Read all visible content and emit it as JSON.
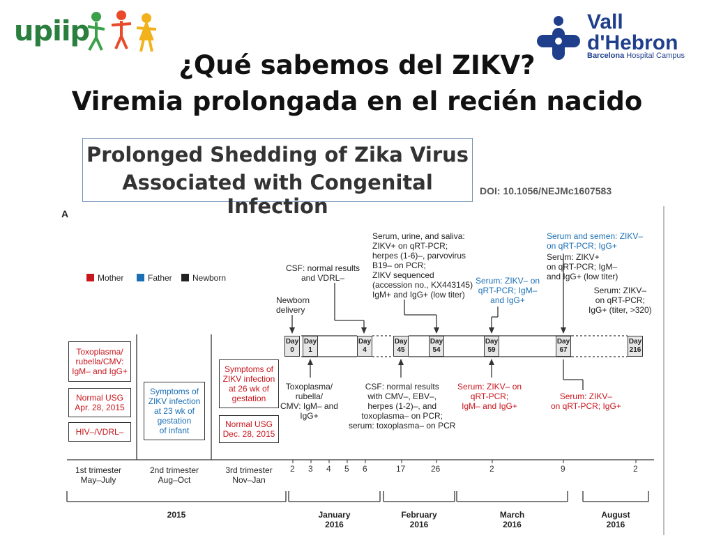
{
  "header": {
    "left_logo": "upiip",
    "right_logo": {
      "line1": "Vall",
      "line2": "d'Hebron",
      "line3_bold": "Barcelona",
      "line3_rest": " Hospital Campus"
    },
    "title_line1": "¿Qué sabemos del ZIKV?",
    "title_line2": "Viremia prolongada en el recién nacido"
  },
  "paper": {
    "title_line1": "Prolonged Shedding of Zika Virus",
    "title_line2": "Associated with Congenital Infection",
    "doi": "DOI: 10.1056/NEJMc1607583"
  },
  "figure": {
    "panel_label": "A",
    "legend": [
      {
        "label": "Mother",
        "color": "#c8161d"
      },
      {
        "label": "Father",
        "color": "#1a6fb5"
      },
      {
        "label": "Newborn",
        "color": "#222222"
      }
    ],
    "mother_boxes": {
      "box1": [
        "Toxoplasma/",
        "rubella/CMV:",
        "IgM– and IgG+"
      ],
      "box2": [
        "Normal USG",
        "Apr. 28, 2015"
      ],
      "box3": [
        "HIV–/VDRL–"
      ],
      "box4": [
        "Symptoms of",
        "ZIKV infection",
        "at 26 wk of",
        "gestation"
      ],
      "box5": [
        "Normal USG",
        "Dec. 28, 2015"
      ]
    },
    "infant_box": [
      "Symptoms of",
      "ZIKV infection",
      "at 23 wk of",
      "gestation",
      "of infant"
    ],
    "days": [
      "Day 0",
      "Day 1",
      "Day 4",
      "Day 45",
      "Day 54",
      "Day 59",
      "Day 67",
      "Day 216"
    ],
    "annotations": {
      "newborn_delivery": [
        "Newborn",
        "delivery"
      ],
      "csf_top": [
        "CSF: normal results",
        "and VDRL–"
      ],
      "serum_urine": [
        "Serum, urine, and saliva:",
        "ZIKV+ on qRT-PCR;",
        "herpes (1-6)–, parvovirus",
        "B19– on PCR;",
        "ZIKV sequenced",
        "(accession no., KX443145)",
        "IgM+ and IgG+ (low titer)"
      ],
      "serum_59_top": [
        "Serum: ZIKV– on",
        "qRT-PCR; IgM–",
        "and IgG+"
      ],
      "serum_semen": [
        "Serum and semen: ZIKV–",
        "on qRT-PCR; IgG+"
      ],
      "serum_67_top": [
        "Serum: ZIKV+",
        "on qRT-PCR; IgM–",
        "and IgG+ (low titer)"
      ],
      "serum_216": [
        "Serum: ZIKV–",
        "on qRT-PCR;",
        "IgG+ (titer, >320)"
      ],
      "toxo_day1": [
        "Toxoplasma/",
        "rubella/",
        "CMV: IgM– and",
        "IgG+"
      ],
      "csf_bottom": [
        "CSF: normal results",
        "with CMV–, EBV–,",
        "herpes (1-2)–, and",
        "toxoplasma– on PCR;",
        "serum: toxoplasma– on PCR"
      ],
      "serum_59_bottom": [
        "Serum: ZIKV– on",
        "qRT-PCR;",
        "IgM– and IgG+"
      ],
      "serum_67_bottom": [
        "Serum: ZIKV–",
        "on qRT-PCR; IgG+"
      ]
    },
    "trimesters": [
      {
        "name": "1st trimester",
        "range": "May–July"
      },
      {
        "name": "2nd trimester",
        "range": "Aug–Oct"
      },
      {
        "name": "3rd trimester",
        "range": "Nov–Jan"
      }
    ],
    "date_ticks": [
      "2",
      "3",
      "4",
      "5",
      "6",
      "17",
      "26",
      "2",
      "9",
      "2"
    ],
    "months": {
      "y2015": "2015",
      "jan": "January",
      "jan_y": "2016",
      "feb": "February",
      "feb_y": "2016",
      "mar": "March",
      "mar_y": "2016",
      "aug": "August",
      "aug_y": "2016"
    }
  }
}
